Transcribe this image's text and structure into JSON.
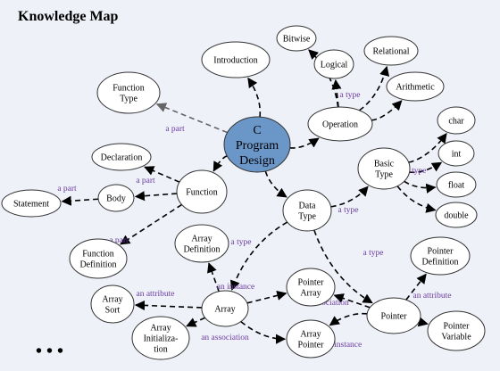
{
  "title": "Knowledge Map",
  "ellipsis": "• • •",
  "nodes": {
    "intro": {
      "label": [
        "Introduction"
      ]
    },
    "bitwise": {
      "label": [
        "Bitwise"
      ]
    },
    "logical": {
      "label": [
        "Logical"
      ]
    },
    "relational": {
      "label": [
        "Relational"
      ]
    },
    "arith": {
      "label": [
        "Arithmetic"
      ]
    },
    "functype": {
      "label": [
        "Function",
        "Type"
      ]
    },
    "center": {
      "label": [
        "C",
        "Program",
        "Design"
      ]
    },
    "operation": {
      "label": [
        "Operation"
      ]
    },
    "char": {
      "label": [
        "char"
      ]
    },
    "declaration": {
      "label": [
        "Declaration"
      ]
    },
    "basictype": {
      "label": [
        "Basic",
        "Type"
      ]
    },
    "int": {
      "label": [
        "int"
      ]
    },
    "statement": {
      "label": [
        "Statement"
      ]
    },
    "body": {
      "label": [
        "Body"
      ]
    },
    "function": {
      "label": [
        "Function"
      ]
    },
    "float": {
      "label": [
        "float"
      ]
    },
    "datatype": {
      "label": [
        "Data",
        "Type"
      ]
    },
    "double": {
      "label": [
        "double"
      ]
    },
    "arraydef": {
      "label": [
        "Array",
        "Definition"
      ]
    },
    "funcdef": {
      "label": [
        "Function",
        "Definition"
      ]
    },
    "pointerdef": {
      "label": [
        "Pointer",
        "Definition"
      ]
    },
    "pointerarray": {
      "label": [
        "Pointer",
        "Array"
      ]
    },
    "arraysort": {
      "label": [
        "Array",
        "Sort"
      ]
    },
    "array": {
      "label": [
        "Array"
      ]
    },
    "pointer": {
      "label": [
        "Pointer"
      ]
    },
    "arrayinit": {
      "label": [
        "Array",
        "Initializa-",
        "tion"
      ]
    },
    "arraypointer": {
      "label": [
        "Array",
        "Pointer"
      ]
    },
    "pointervar": {
      "label": [
        "Pointer",
        "Variable"
      ]
    }
  },
  "edges": [
    {
      "id": "center-functype",
      "label": "a part"
    },
    {
      "id": "function-declaration",
      "label": ""
    },
    {
      "id": "function-body",
      "label": "a part"
    },
    {
      "id": "body-statement",
      "label": "a part"
    },
    {
      "id": "function-funcdef",
      "label": "a part"
    },
    {
      "id": "center-function",
      "label": ""
    },
    {
      "id": "center-intro",
      "label": ""
    },
    {
      "id": "center-operation",
      "label": ""
    },
    {
      "id": "operation-bitwise",
      "label": ""
    },
    {
      "id": "operation-logical",
      "label": "a type"
    },
    {
      "id": "operation-relational",
      "label": ""
    },
    {
      "id": "operation-arith",
      "label": ""
    },
    {
      "id": "center-datatype",
      "label": ""
    },
    {
      "id": "datatype-basictype",
      "label": "a type"
    },
    {
      "id": "basictype-char",
      "label": ""
    },
    {
      "id": "basictype-int",
      "label": "a type"
    },
    {
      "id": "basictype-float",
      "label": ""
    },
    {
      "id": "basictype-double",
      "label": ""
    },
    {
      "id": "datatype-array",
      "label": "a type"
    },
    {
      "id": "datatype-pointer",
      "label": "a type"
    },
    {
      "id": "array-arraydef",
      "label": ""
    },
    {
      "id": "array-arraysort",
      "label": "an attribute"
    },
    {
      "id": "array-pointerarray",
      "label": "an instance"
    },
    {
      "id": "array-arrayinit",
      "label": ""
    },
    {
      "id": "array-arraypointer",
      "label": "an association"
    },
    {
      "id": "pointer-pointerarray",
      "label": "an association"
    },
    {
      "id": "pointer-arraypointer",
      "label": "an instance"
    },
    {
      "id": "pointer-pointerdef",
      "label": "an attribute"
    },
    {
      "id": "pointer-pointervar",
      "label": ""
    }
  ],
  "colors": {
    "center_fill": "#6a96c8",
    "node_fill": "#ffffff",
    "edge": "#000000",
    "edge_gray": "#666666",
    "label": "#6a3aa0",
    "background": "#eef1f8"
  }
}
